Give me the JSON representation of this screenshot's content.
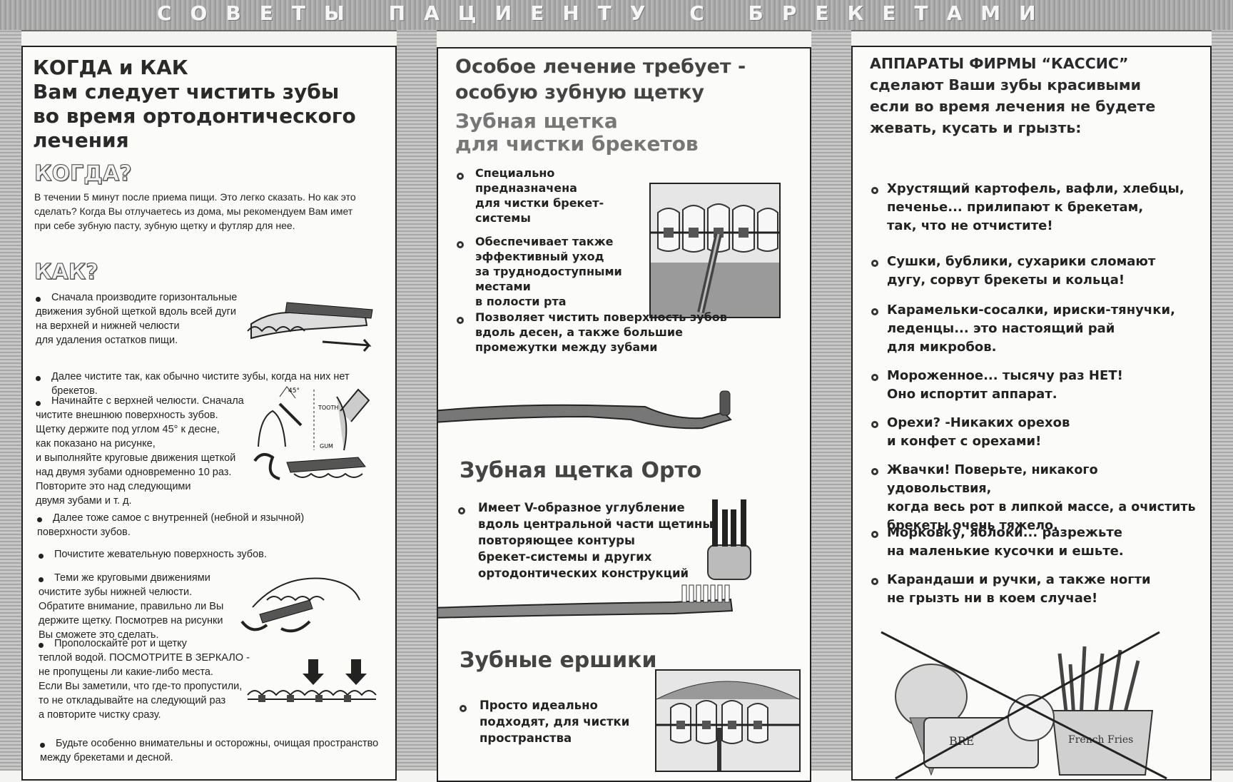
{
  "banner": {
    "text": "СОВЕТЫ ПАЦИЕНТУ С БРЕКЕТАМИ"
  },
  "column1": {
    "heading_lines": [
      "КОГДА и КАК",
      "Вам следует чистить зубы",
      "во время ортодонтического",
      "лечения"
    ],
    "when_title": "КОГДА?",
    "when_text_lines": [
      "В течении 5 минут после приема пищи. Это легко сказать. Но как это",
      "сделать? Когда Вы отлучаетесь из дома, мы рекомендуем  Вам имет",
      "при себе зубную пасту, зубную щетку и футляр для нее."
    ],
    "how_title": "КАК?",
    "steps": [
      [
        "Сначала производите горизонтальные",
        "движения зубной щеткой вдоль всей дуги",
        "на верхней и нижней челюсти",
        "для удаления  остатков пищи."
      ],
      [
        "Далее чистите так, как обычно чистите зубы, когда на них нет брекетов."
      ],
      [
        "Начинайте с верхней челюсти.  Сначала",
        "чистите внешнюю поверхность зубов.",
        "Щетку держите под углом 45° к десне,",
        "как показано на рисунке,",
        "и выполняйте круговые движения щеткой",
        "над двумя зубами одновременно 10 раз.",
        "Повторите это над следующими",
        "двумя зубами и т. д."
      ],
      [
        "Далее тоже самое с внутренней (небной и язычной)",
        "поверхности зубов."
      ],
      [
        "Почистите жевательную поверхность зубов."
      ],
      [
        "Теми же круговыми движениями",
        "очистите зубы нижней челюсти.",
        "Обратите внимание, правильно ли Вы",
        "держите щетку. Посмотрев на рисунки",
        "Вы сможете это сделать."
      ],
      [
        "Прополоскайте рот и щетку",
        "теплой водой. ПОСМОТРИТЕ В ЗЕРКАЛО -",
        "не пропущены ли какие-либо места.",
        "Если Вы заметили, что где-то пропустили,",
        "то не откладывайте на следующий раз",
        "а повторите чистку сразу."
      ],
      [
        "Будьте особенно внимательны и осторожны, очищая пространство",
        "между брекетами и десной."
      ]
    ],
    "figure_labels": {
      "tooth": "TOOTH",
      "gum": "GUM",
      "angle": "45°"
    }
  },
  "column2": {
    "heading_lines": [
      "Особое лечение требует -",
      "особую зубную щетку"
    ],
    "sub1_lines": [
      "Зубная щетка",
      "для чистки брекетов"
    ],
    "sub1_bullets": [
      [
        "Специально",
        "предназначена",
        "для чистки брекет-",
        "системы"
      ],
      [
        "Обеспечивает также",
        "эффективный уход",
        "за труднодоступными",
        "местами",
        "в полости рта"
      ],
      [
        "Позволяет чистить  поверхность зубов",
        "вдоль  десен, а также большие",
        "промежутки между зубами"
      ]
    ],
    "sub2": "Зубная щетка Орто",
    "sub2_bullets": [
      [
        "Имеет V-образное углубление",
        "вдоль  центральной части щетины,",
        "повторяющее контуры",
        "брекет-системы  и других",
        "ортодонтических конструкций"
      ]
    ],
    "sub3": "Зубные ершики",
    "sub3_bullets": [
      [
        "Просто идеально",
        "подходят, для чистки",
        "пространства"
      ]
    ]
  },
  "column3": {
    "heading_lines": [
      "АППАРАТЫ ФИРМЫ “КАССИС”",
      "сделают Ваши зубы красивыми",
      "если во время лечения не будете",
      "жевать, кусать и грызть:"
    ],
    "items": [
      [
        "Хрустящий картофель, вафли, хлебцы,",
        "печенье... прилипают к брекетам,",
        "так, что не отчистите!"
      ],
      [
        "Сушки, бублики, сухарики сломают",
        "дугу, сорвут брекеты и кольца!"
      ],
      [
        "Карамельки-сосалки, ириски-тянучки,",
        "леденцы... это настоящий рай",
        "для микробов."
      ],
      [
        "Мороженное... тысячу раз НЕТ!",
        "Оно испортит аппарат."
      ],
      [
        "Орехи? -Никаких орехов",
        "и конфет с орехами!"
      ],
      [
        "Жвачки! Поверьте, никакого удовольствия,",
        "когда весь рот в липкой массе, а очистить",
        "брекеты очень тяжело."
      ],
      [
        "Морковку, яблоки... разрежьте",
        "на маленькие кусочки и ешьте."
      ],
      [
        "Карандаши и ручки, а также ногти",
        "не грызть ни в коем случае!"
      ]
    ],
    "food_labels": {
      "fries": "French Fries",
      "bread": "BRE"
    }
  }
}
